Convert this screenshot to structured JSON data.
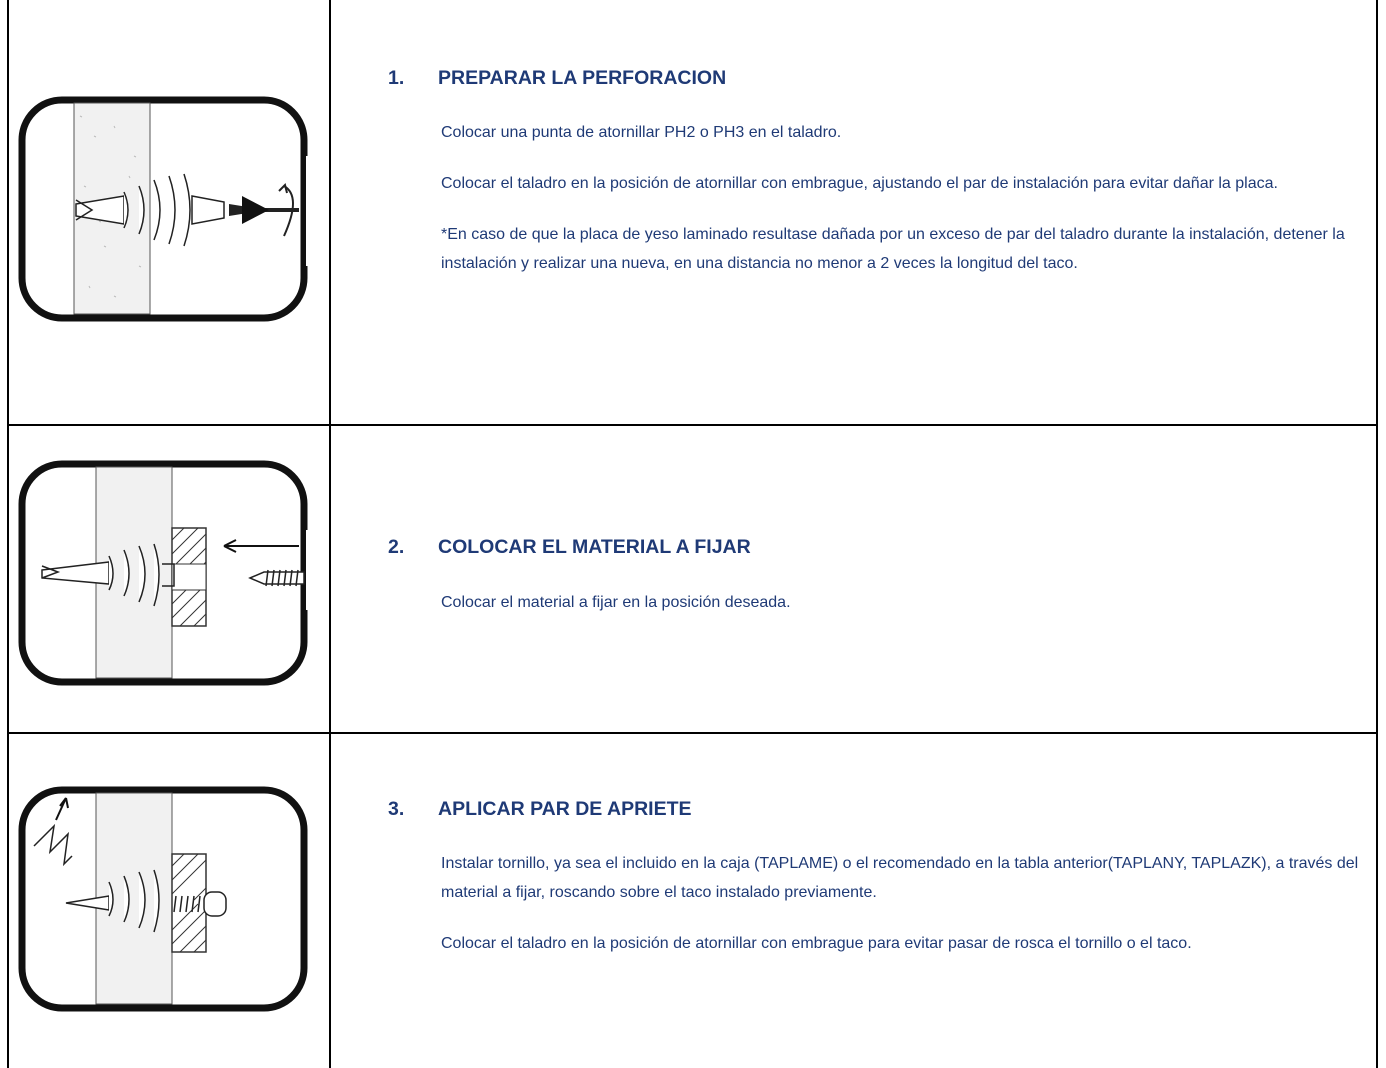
{
  "steps": [
    {
      "number": "1.",
      "title": "PREPARAR LA PERFORACION",
      "paragraphs": [
        "Colocar una punta de atornillar PH2 o PH3 en el taladro.",
        "Colocar el taladro en la posición de atornillar con embrague, ajustando el par de instalación para evitar dañar la placa.",
        "*En caso de que la placa de yeso laminado resultase dañada por un exceso de par del taladro durante la instalación, detener la instalación y realizar una nueva, en una distancia no menor a 2 veces la longitud del taco."
      ]
    },
    {
      "number": "2.",
      "title": "COLOCAR EL MATERIAL A FIJAR",
      "paragraphs": [
        "Colocar el material a fijar en la posición deseada."
      ]
    },
    {
      "number": "3.",
      "title": "APLICAR PAR DE APRIETE",
      "paragraphs": [
        "Instalar tornillo, ya sea el incluido en la caja (TAPLAME) o el recomendado en la tabla anterior(TAPLANY, TAPLAZK), a través del material a fijar, roscando sobre el taco instalado previamente.",
        "Colocar el taladro en la posición de atornillar con embrague para evitar pasar de rosca el tornillo o el taco."
      ]
    }
  ],
  "colors": {
    "text": "#1f3a76",
    "border": "#000000"
  }
}
